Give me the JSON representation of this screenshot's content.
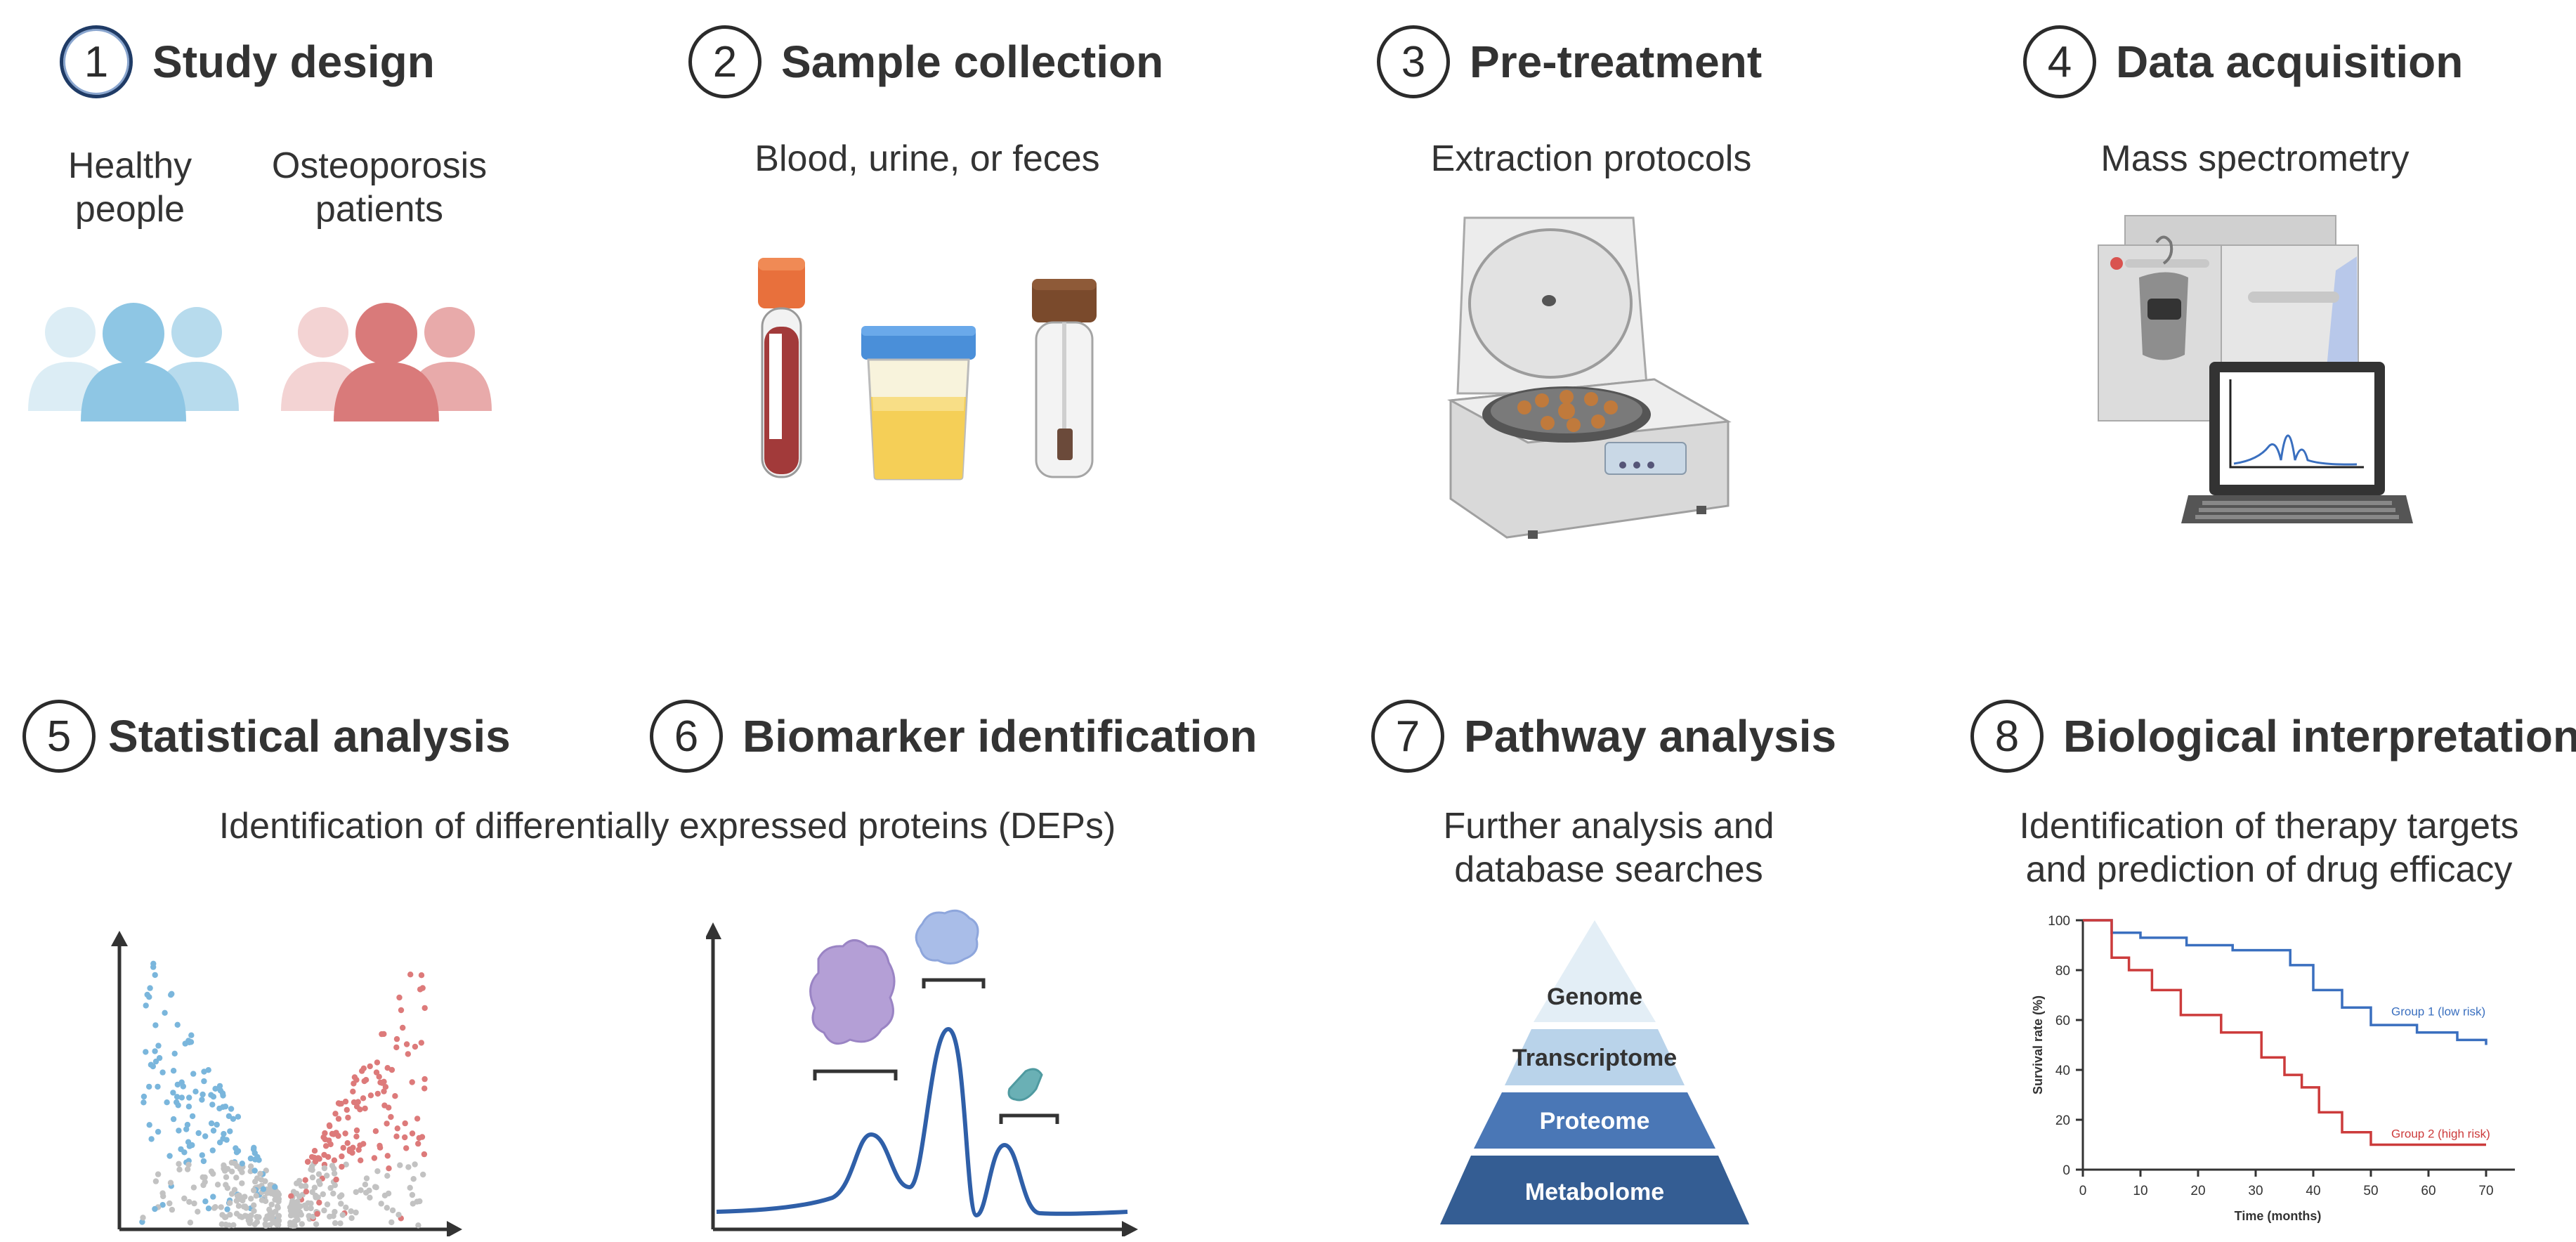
{
  "steps": [
    {
      "num": "1",
      "title": "Study design"
    },
    {
      "num": "2",
      "title": "Sample collection"
    },
    {
      "num": "3",
      "title": "Pre-treatment"
    },
    {
      "num": "4",
      "title": "Data acquisition"
    },
    {
      "num": "5",
      "title": "Statistical analysis"
    },
    {
      "num": "6",
      "title": "Biomarker identification"
    },
    {
      "num": "7",
      "title": "Pathway analysis"
    },
    {
      "num": "8",
      "title": "Biological interpretation"
    }
  ],
  "study": {
    "healthy_l1": "Healthy",
    "healthy_l2": "people",
    "patients_l1": "Osteoporosis",
    "patients_l2": "patients"
  },
  "sample_subtitle": "Blood, urine, or feces",
  "pretreat_subtitle": "Extraction protocols",
  "acq_subtitle": "Mass spectrometry",
  "dep_subtitle": "Identification of differentially expressed proteins (DEPs)",
  "pathway": {
    "subtitle_l1": "Further analysis and",
    "subtitle_l2": "database searches",
    "levels": [
      "Genome",
      "Transcriptome",
      "Proteome",
      "Metabolome"
    ]
  },
  "bio": {
    "subtitle_l1": "Identification of therapy targets",
    "subtitle_l2": "and prediction of drug efficacy"
  },
  "colors": {
    "healthy": "#8ec6e4",
    "patient": "#d97a7a",
    "blue_series": "#3a6fbf",
    "red_series": "#cc3b3b",
    "pyr_1": "#e3eef6",
    "pyr_2": "#b9d3ea",
    "pyr_3": "#4a77b6",
    "pyr_4": "#345d93"
  },
  "chart_data": {
    "type": "line",
    "step": true,
    "xlabel": "Time (months)",
    "ylabel": "Survival rate (%)",
    "xlim": [
      0,
      75
    ],
    "ylim": [
      0,
      100
    ],
    "xticks": [
      0,
      10,
      20,
      30,
      40,
      50,
      60,
      70
    ],
    "yticks": [
      0,
      20,
      40,
      60,
      80,
      100
    ],
    "series": [
      {
        "name": "Group 1 (low risk)",
        "x": [
          0,
          5,
          10,
          18,
          26,
          36,
          40,
          45,
          50,
          58,
          65,
          70
        ],
        "y": [
          100,
          95,
          93,
          90,
          88,
          82,
          72,
          65,
          58,
          55,
          52,
          50
        ]
      },
      {
        "name": "Group 2 (high risk)",
        "x": [
          0,
          5,
          8,
          12,
          17,
          24,
          31,
          35,
          38,
          41,
          45,
          50,
          70
        ],
        "y": [
          100,
          85,
          80,
          72,
          62,
          55,
          45,
          38,
          33,
          23,
          15,
          10,
          10
        ]
      }
    ]
  }
}
